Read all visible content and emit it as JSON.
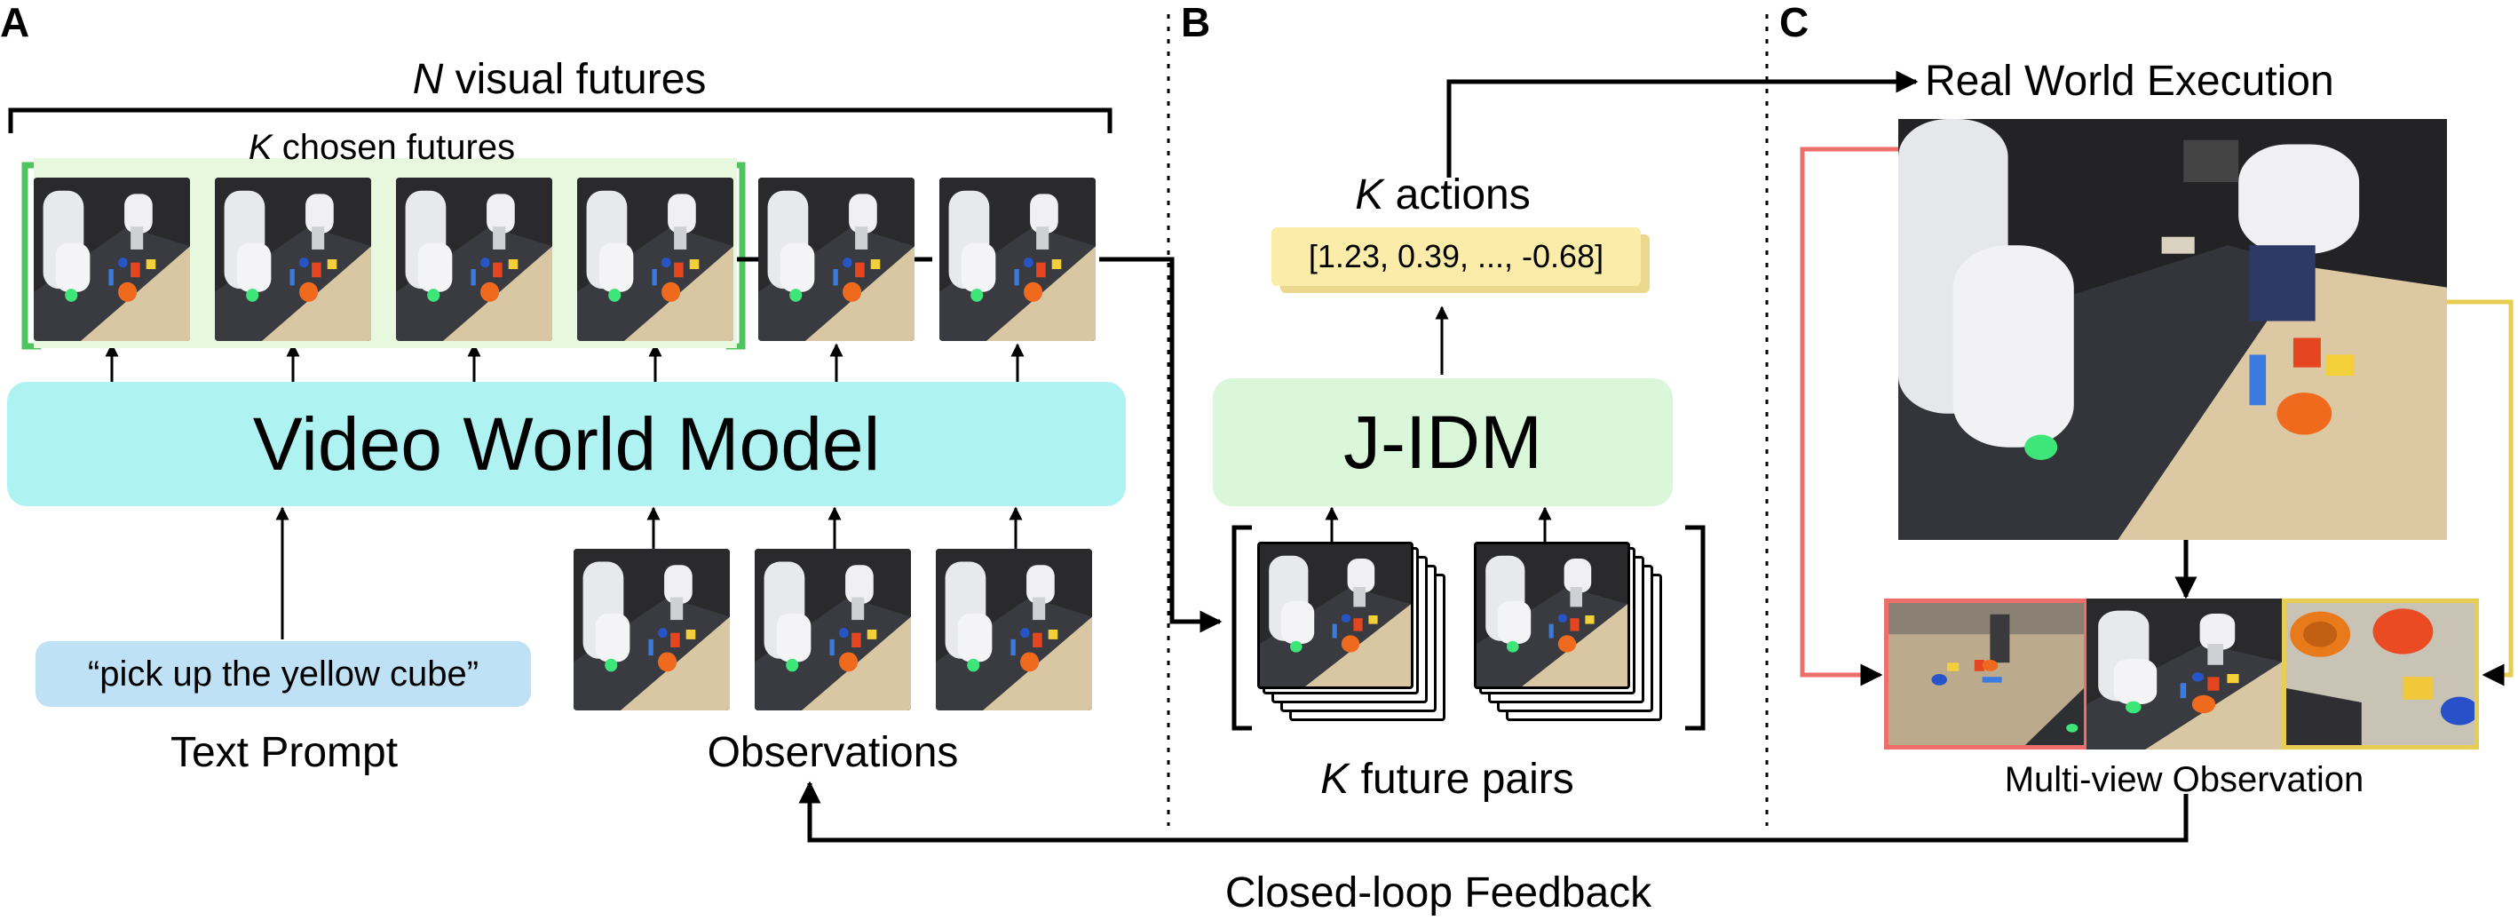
{
  "panels": {
    "a": "A",
    "b": "B",
    "c": "C"
  },
  "panel_a": {
    "n_italic": "N",
    "n_rest": " visual futures",
    "k_italic": "K",
    "k_rest": " chosen futures",
    "model_label": "Video World Model",
    "prompt_text": "“pick up the yellow cube”",
    "prompt_caption": "Text Prompt",
    "observations_caption": "Observations"
  },
  "panel_b": {
    "k_italic": "K",
    "actions_rest": " actions",
    "actions_vector": "[1.23, 0.39, ..., -0.68]",
    "idm_label": "J-IDM",
    "pairs_rest": " future pairs"
  },
  "panel_c": {
    "execution_label": "Real World Execution",
    "multiview_caption": "Multi-view Observation"
  },
  "feedback_label": "Closed-loop Feedback",
  "colors": {
    "world_model_fill": "#aef3f2",
    "jidm_fill": "#dbf7d9",
    "chosen_bg": "#e7f8de",
    "chosen_bracket": "#4fc35c",
    "prompt_fill": "#bfe1f6",
    "actions_fill": "#fbeda9",
    "red_view": "#ee6e6a",
    "yellow_view": "#e7ce52"
  }
}
